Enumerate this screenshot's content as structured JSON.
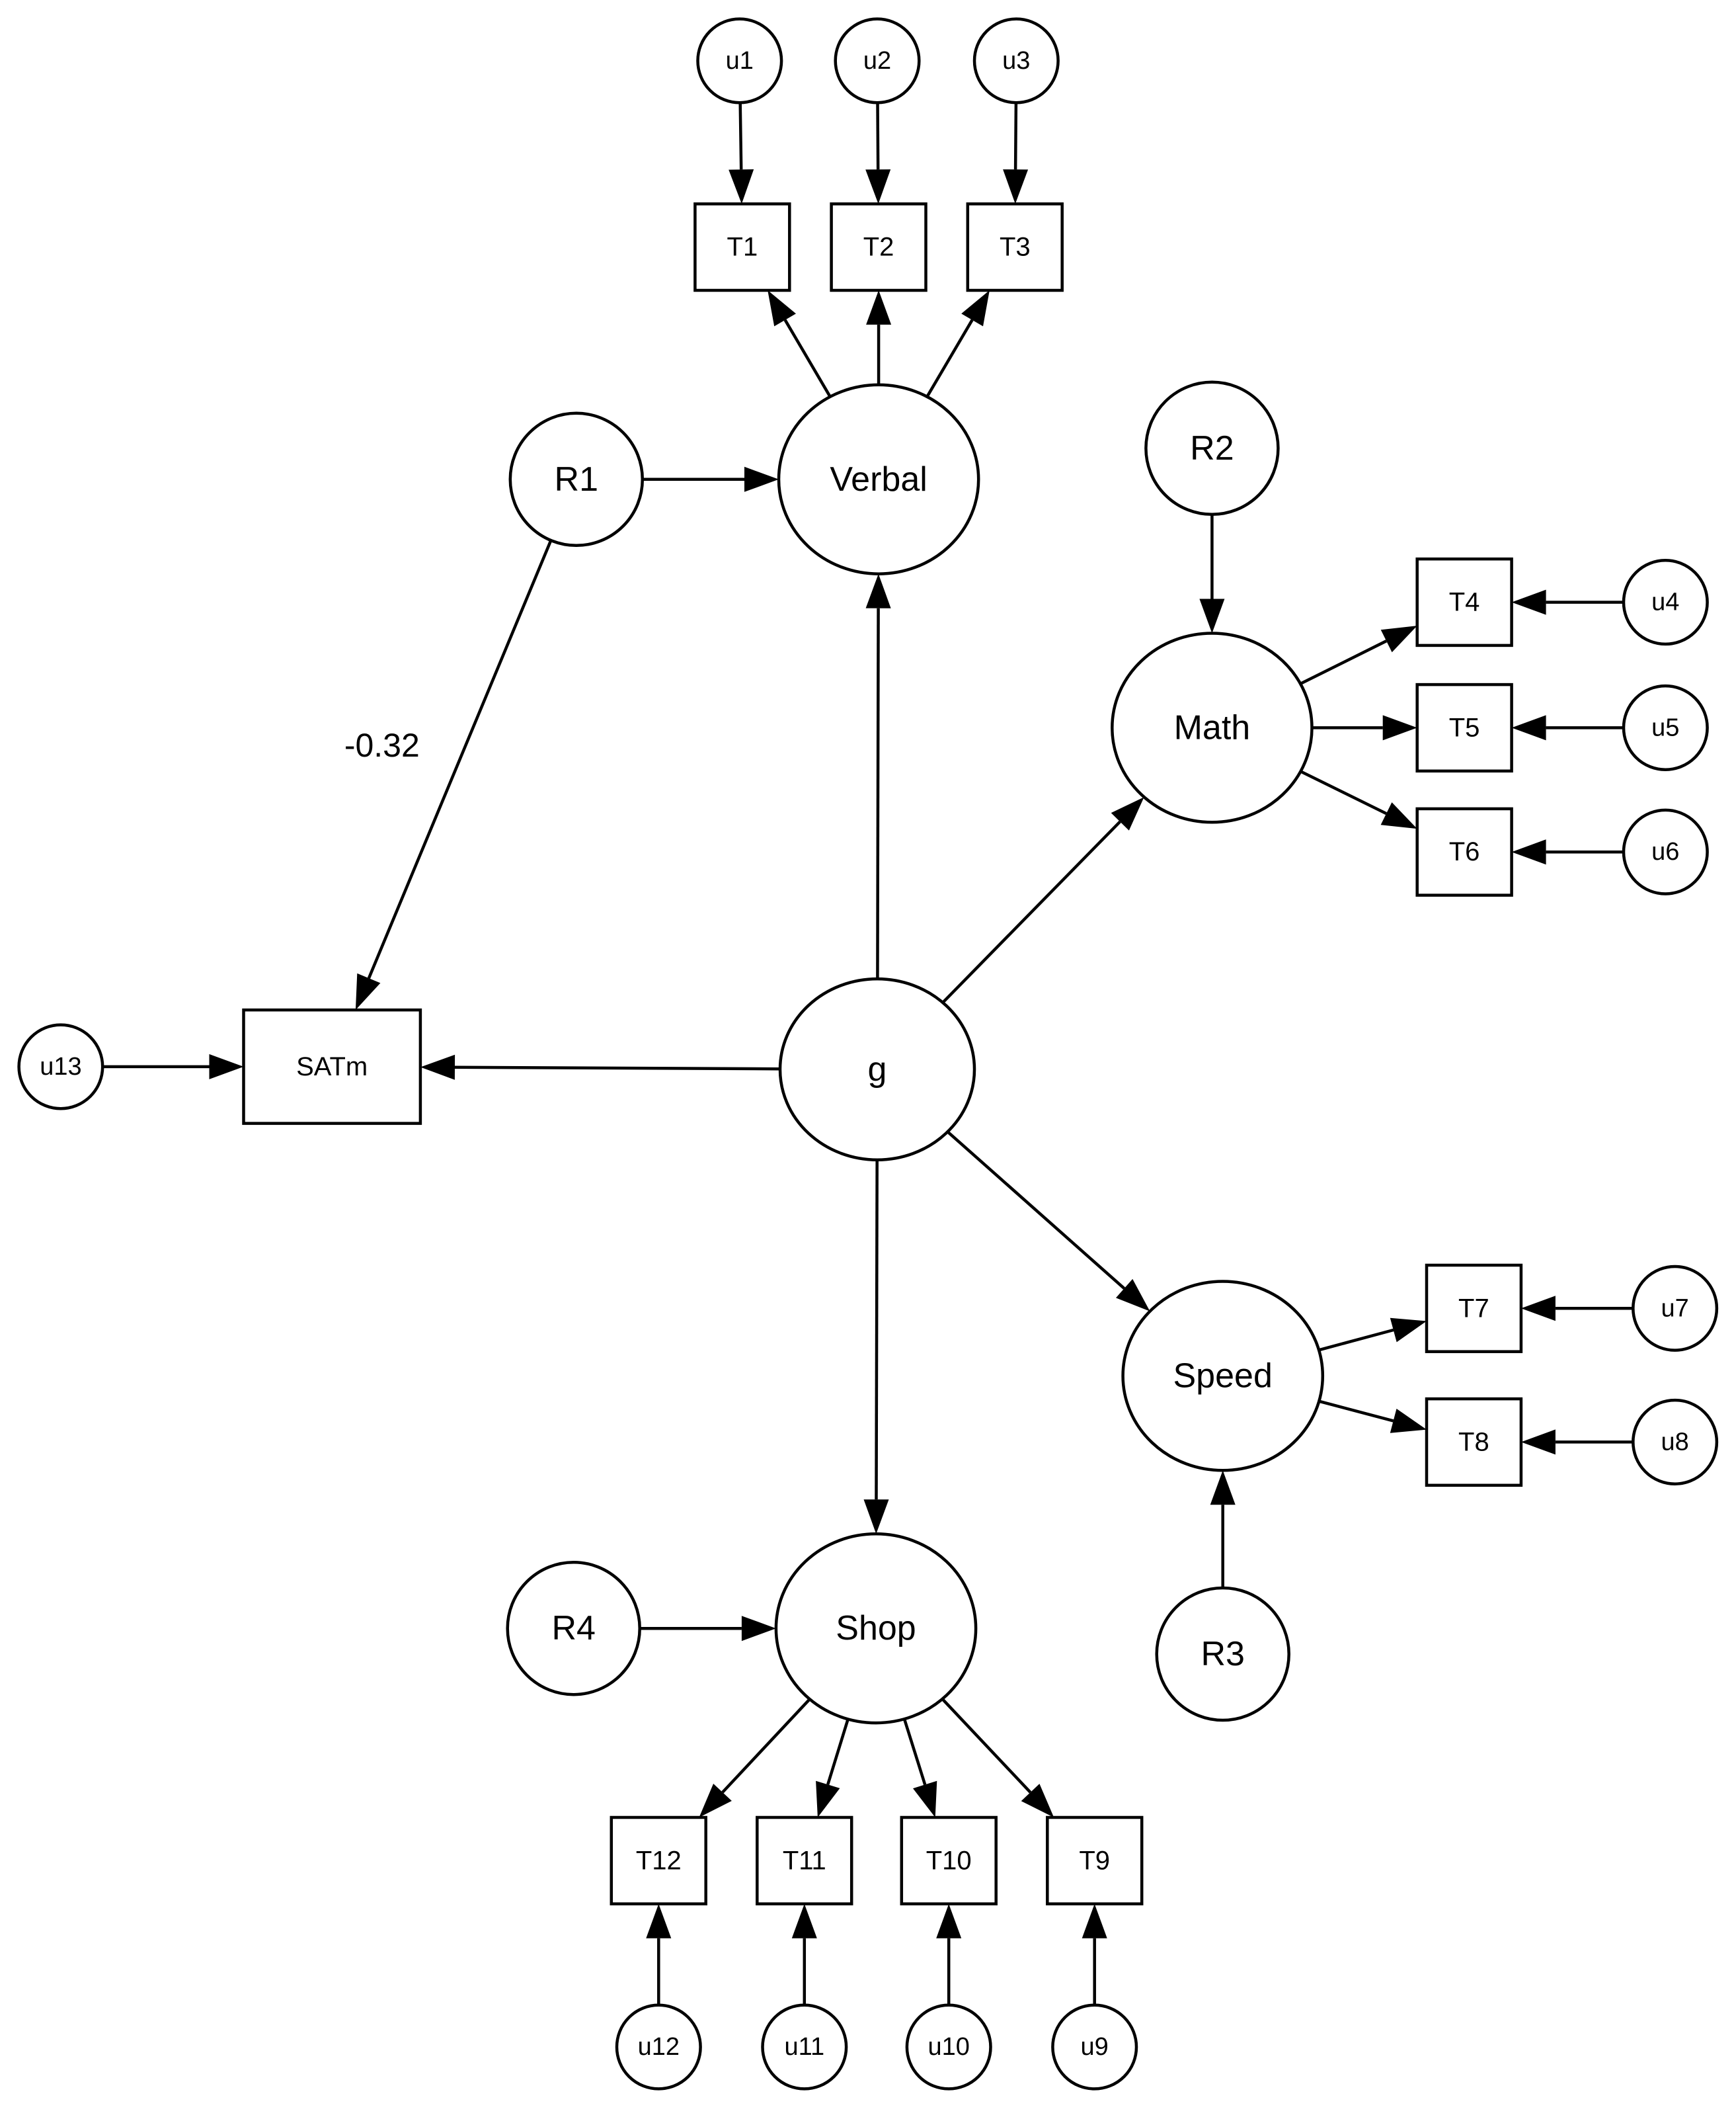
{
  "diagram": {
    "nodes": [
      {
        "id": "u1",
        "label": "u1",
        "kind": "error"
      },
      {
        "id": "u2",
        "label": "u2",
        "kind": "error"
      },
      {
        "id": "u3",
        "label": "u3",
        "kind": "error"
      },
      {
        "id": "T1",
        "label": "T1",
        "kind": "observed"
      },
      {
        "id": "T2",
        "label": "T2",
        "kind": "observed"
      },
      {
        "id": "T3",
        "label": "T3",
        "kind": "observed"
      },
      {
        "id": "R1",
        "label": "R1",
        "kind": "residual"
      },
      {
        "id": "Verbal",
        "label": "Verbal",
        "kind": "latent"
      },
      {
        "id": "R2",
        "label": "R2",
        "kind": "residual"
      },
      {
        "id": "T4",
        "label": "T4",
        "kind": "observed"
      },
      {
        "id": "T5",
        "label": "T5",
        "kind": "observed"
      },
      {
        "id": "T6",
        "label": "T6",
        "kind": "observed"
      },
      {
        "id": "u4",
        "label": "u4",
        "kind": "error"
      },
      {
        "id": "u5",
        "label": "u5",
        "kind": "error"
      },
      {
        "id": "u6",
        "label": "u6",
        "kind": "error"
      },
      {
        "id": "Math",
        "label": "Math",
        "kind": "latent"
      },
      {
        "id": "u13",
        "label": "u13",
        "kind": "error"
      },
      {
        "id": "SATm",
        "label": "SATm",
        "kind": "observed"
      },
      {
        "id": "g",
        "label": "g",
        "kind": "latent"
      },
      {
        "id": "Speed",
        "label": "Speed",
        "kind": "latent"
      },
      {
        "id": "T7",
        "label": "T7",
        "kind": "observed"
      },
      {
        "id": "T8",
        "label": "T8",
        "kind": "observed"
      },
      {
        "id": "u7",
        "label": "u7",
        "kind": "error"
      },
      {
        "id": "u8",
        "label": "u8",
        "kind": "error"
      },
      {
        "id": "R3",
        "label": "R3",
        "kind": "residual"
      },
      {
        "id": "R4",
        "label": "R4",
        "kind": "residual"
      },
      {
        "id": "Shop",
        "label": "Shop",
        "kind": "latent"
      },
      {
        "id": "T12",
        "label": "T12",
        "kind": "observed"
      },
      {
        "id": "T11",
        "label": "T11",
        "kind": "observed"
      },
      {
        "id": "T10",
        "label": "T10",
        "kind": "observed"
      },
      {
        "id": "T9",
        "label": "T9",
        "kind": "observed"
      },
      {
        "id": "u12",
        "label": "u12",
        "kind": "error"
      },
      {
        "id": "u11",
        "label": "u11",
        "kind": "error"
      },
      {
        "id": "u10",
        "label": "u10",
        "kind": "error"
      },
      {
        "id": "u9",
        "label": "u9",
        "kind": "error"
      }
    ],
    "edges": [
      {
        "from": "u1",
        "to": "T1"
      },
      {
        "from": "u2",
        "to": "T2"
      },
      {
        "from": "u3",
        "to": "T3"
      },
      {
        "from": "Verbal",
        "to": "T1"
      },
      {
        "from": "Verbal",
        "to": "T2"
      },
      {
        "from": "Verbal",
        "to": "T3"
      },
      {
        "from": "R1",
        "to": "Verbal"
      },
      {
        "from": "R1",
        "to": "SATm",
        "label": "-0.32"
      },
      {
        "from": "g",
        "to": "Verbal"
      },
      {
        "from": "R2",
        "to": "Math"
      },
      {
        "from": "Math",
        "to": "T4"
      },
      {
        "from": "Math",
        "to": "T5"
      },
      {
        "from": "Math",
        "to": "T6"
      },
      {
        "from": "u4",
        "to": "T4"
      },
      {
        "from": "u5",
        "to": "T5"
      },
      {
        "from": "u6",
        "to": "T6"
      },
      {
        "from": "g",
        "to": "Math"
      },
      {
        "from": "u13",
        "to": "SATm"
      },
      {
        "from": "g",
        "to": "SATm"
      },
      {
        "from": "g",
        "to": "Speed"
      },
      {
        "from": "g",
        "to": "Shop"
      },
      {
        "from": "Speed",
        "to": "T7"
      },
      {
        "from": "Speed",
        "to": "T8"
      },
      {
        "from": "u7",
        "to": "T7"
      },
      {
        "from": "u8",
        "to": "T8"
      },
      {
        "from": "R3",
        "to": "Speed"
      },
      {
        "from": "R4",
        "to": "Shop"
      },
      {
        "from": "Shop",
        "to": "T12"
      },
      {
        "from": "Shop",
        "to": "T11"
      },
      {
        "from": "Shop",
        "to": "T10"
      },
      {
        "from": "Shop",
        "to": "T9"
      },
      {
        "from": "u12",
        "to": "T12"
      },
      {
        "from": "u11",
        "to": "T11"
      },
      {
        "from": "u10",
        "to": "T10"
      },
      {
        "from": "u9",
        "to": "T9"
      }
    ]
  }
}
